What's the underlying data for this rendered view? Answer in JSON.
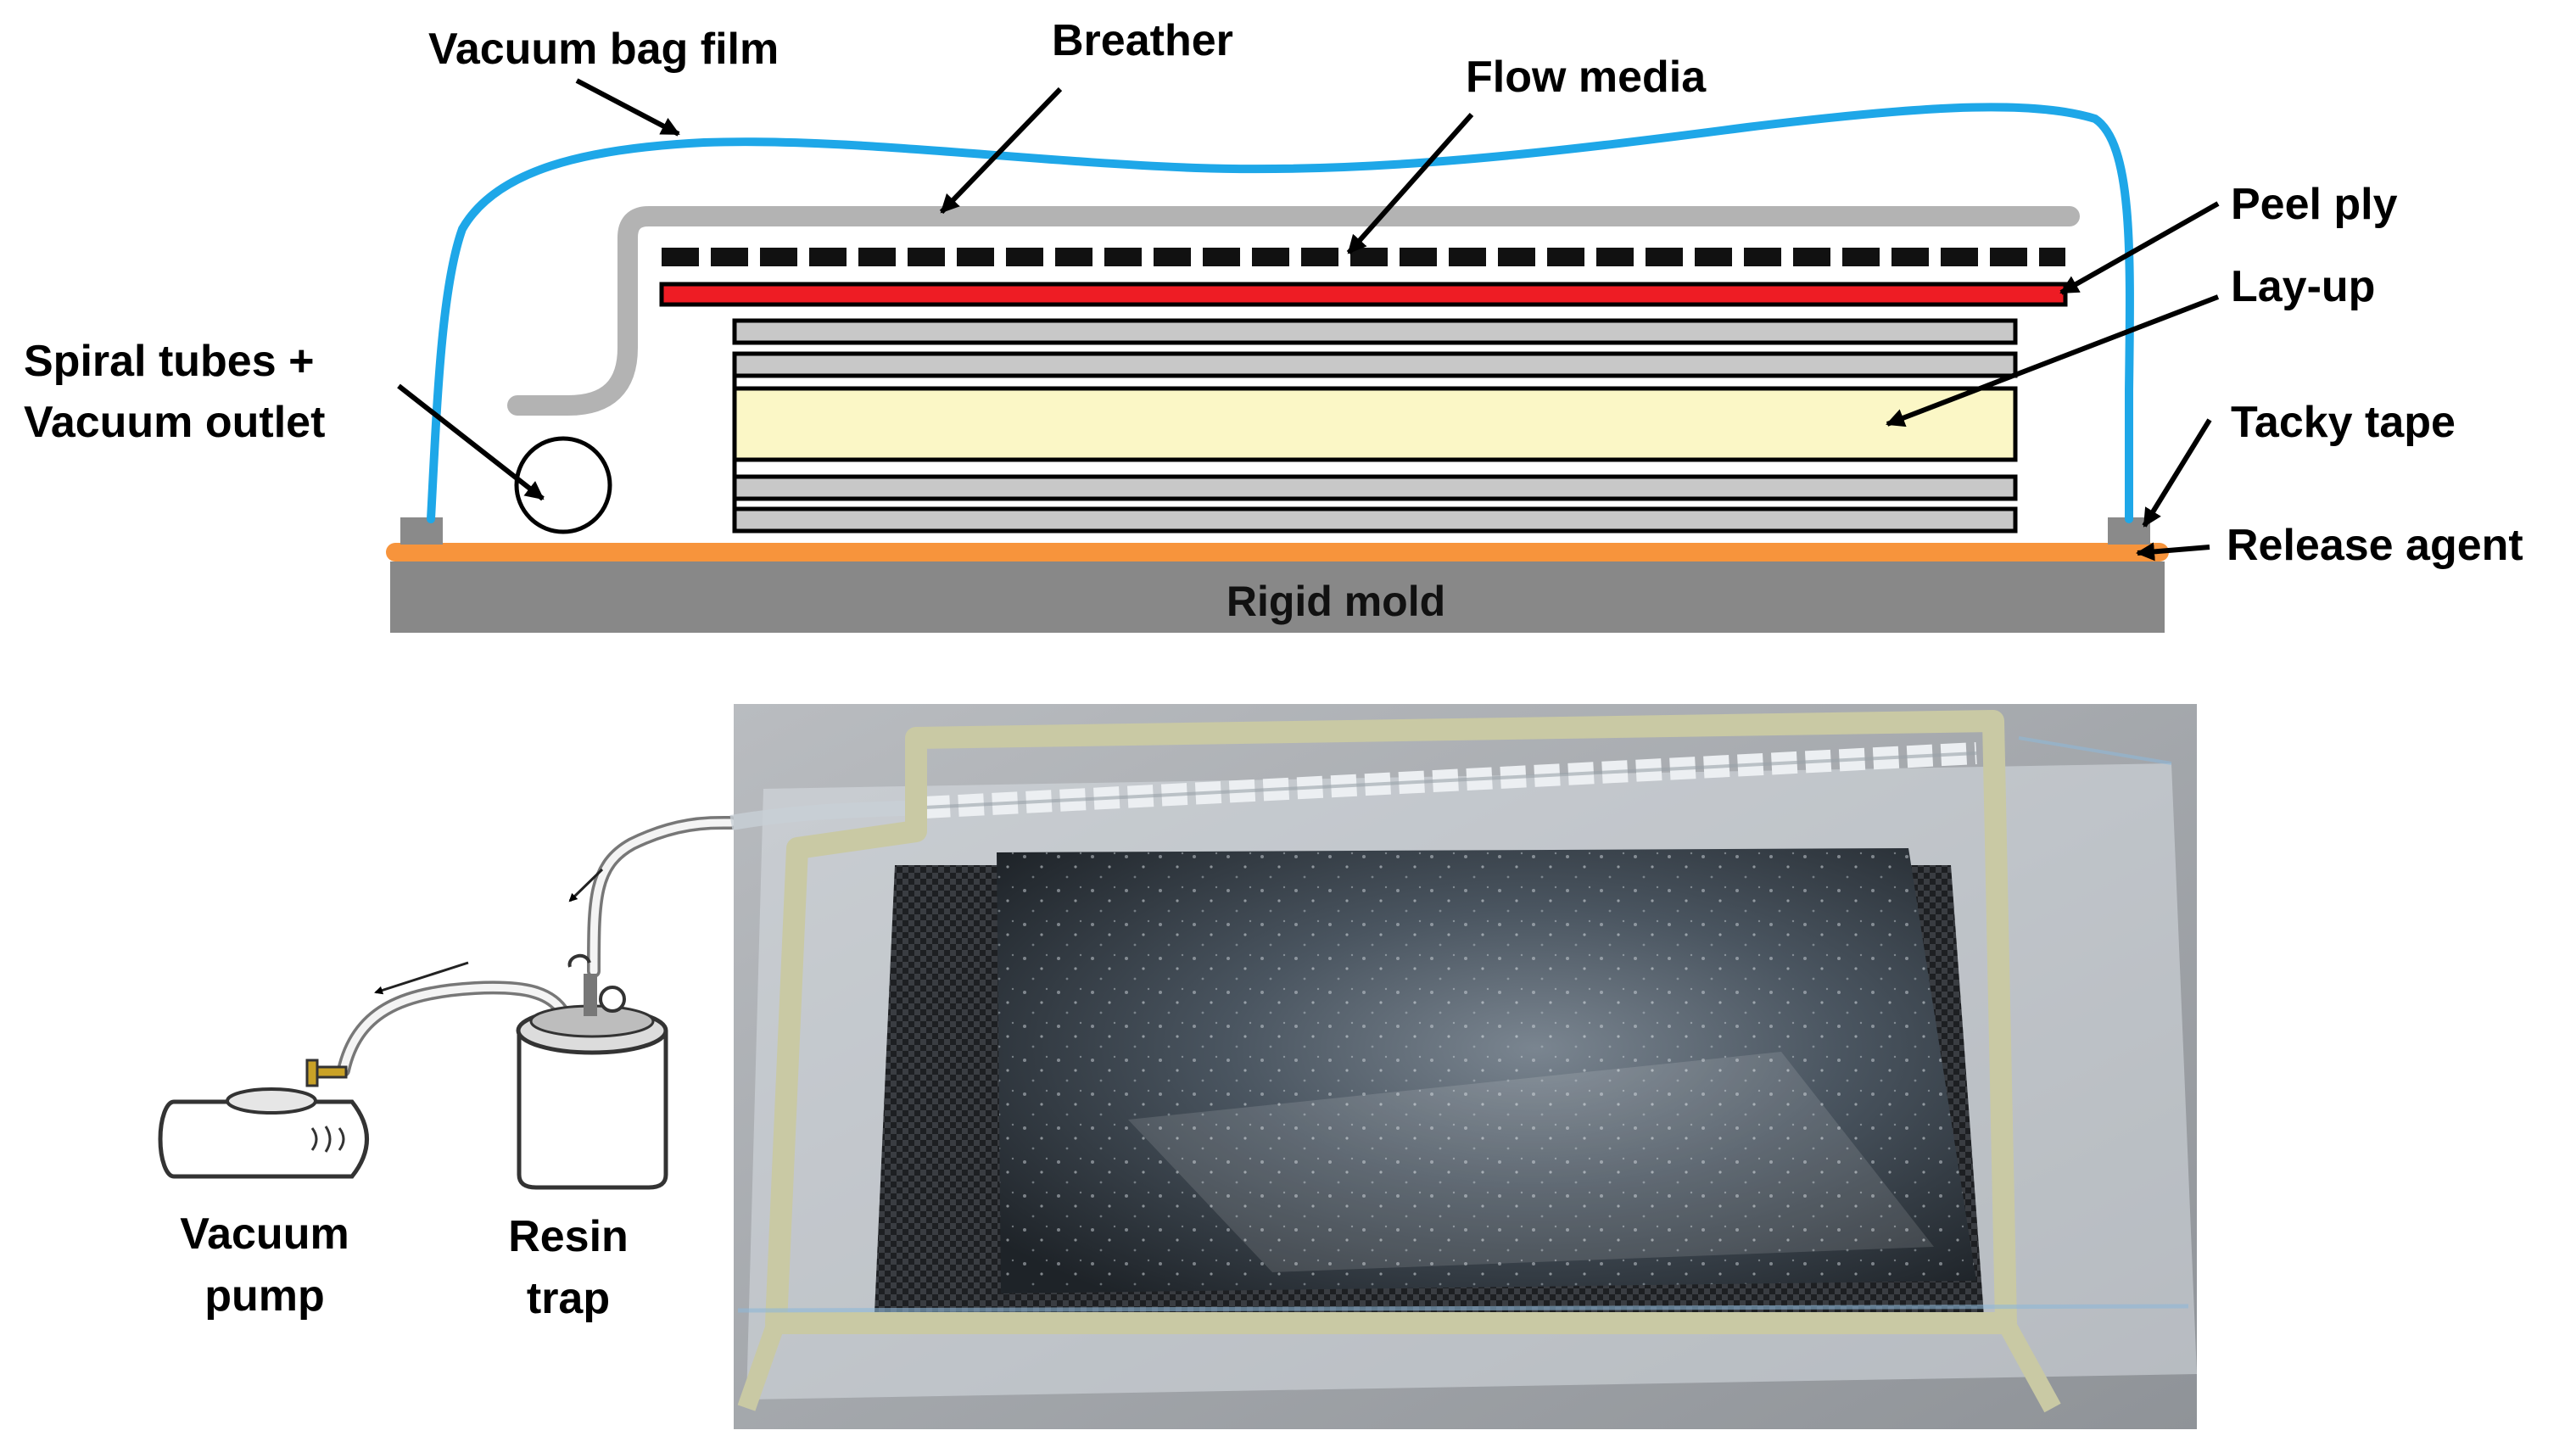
{
  "diagram": {
    "labels": {
      "vacuum_bag_film": "Vacuum bag film",
      "breather": "Breather",
      "flow_media": "Flow media",
      "peel_ply": "Peel ply",
      "lay_up": "Lay-up",
      "spiral_tubes_line1": "Spiral tubes +",
      "spiral_tubes_line2": "Vacuum outlet",
      "tacky_tape": "Tacky tape",
      "release_agent": "Release agent",
      "rigid_mold": "Rigid mold"
    },
    "colors": {
      "vacuum_bag": "#1ea7e8",
      "breather": "#b3b3b3",
      "flow_media": "#111111",
      "peel_ply": "#ee1c24",
      "layup_core": "#fbf7c6",
      "layup_plies": "#c8c8c8",
      "release_agent": "#f7943c",
      "rigid_mold": "#888888",
      "tacky_tape": "#8a8a8a"
    }
  },
  "equipment": {
    "vacuum_pump_line1": "Vacuum",
    "vacuum_pump_line2": "pump",
    "resin_trap_line1": "Resin",
    "resin_trap_line2": "trap"
  },
  "photo": {
    "subject": "vacuum-bagged carbon fiber lay-up on mold"
  }
}
